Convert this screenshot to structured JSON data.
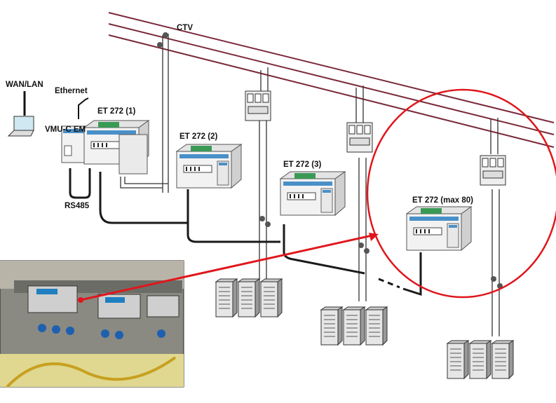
{
  "labels": {
    "ctv": "CTV",
    "wan_lan": "WAN/LAN",
    "ethernet": "Ethernet",
    "vmu": "VMU-C EM",
    "et1": "ET 272 (1)",
    "et2": "ET 272 (2)",
    "et3": "ET 272 (3)",
    "et_max": "ET 272 (max 80)",
    "rs485": "RS485"
  },
  "colors": {
    "power_line": "#7a2a3a",
    "highlight": "#e0161c",
    "cable": "#1a1a1a",
    "device_blue": "#4a90c8",
    "terminal_green": "#3a9a55"
  },
  "icons": [
    "laptop-icon",
    "energy-meter-icon",
    "circuit-breaker-icon",
    "server-rack-icon",
    "photo-inset"
  ]
}
